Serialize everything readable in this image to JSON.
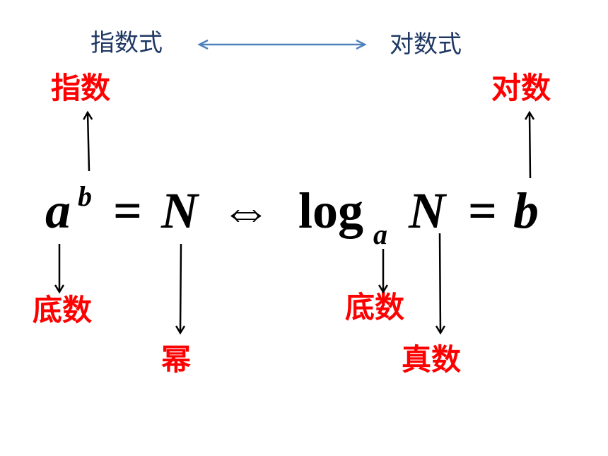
{
  "header": {
    "left_label": "指数式",
    "right_label": "对数式"
  },
  "labels": {
    "exponent": "指数",
    "logarithm": "对数",
    "base_left": "底数",
    "power": "幂",
    "base_right": "底数",
    "antilog": "真数"
  },
  "formula": {
    "base": "a",
    "exponent": "b",
    "equals": "=",
    "result": "N",
    "iff": "⇔",
    "log": "log",
    "log_base": "a",
    "log_arg": "N",
    "equals2": "=",
    "log_value": "b"
  },
  "colors": {
    "header_text": "#1f3864",
    "labels": "#ff0000",
    "formula": "#000000",
    "double_arrow": "#4f81bd"
  }
}
